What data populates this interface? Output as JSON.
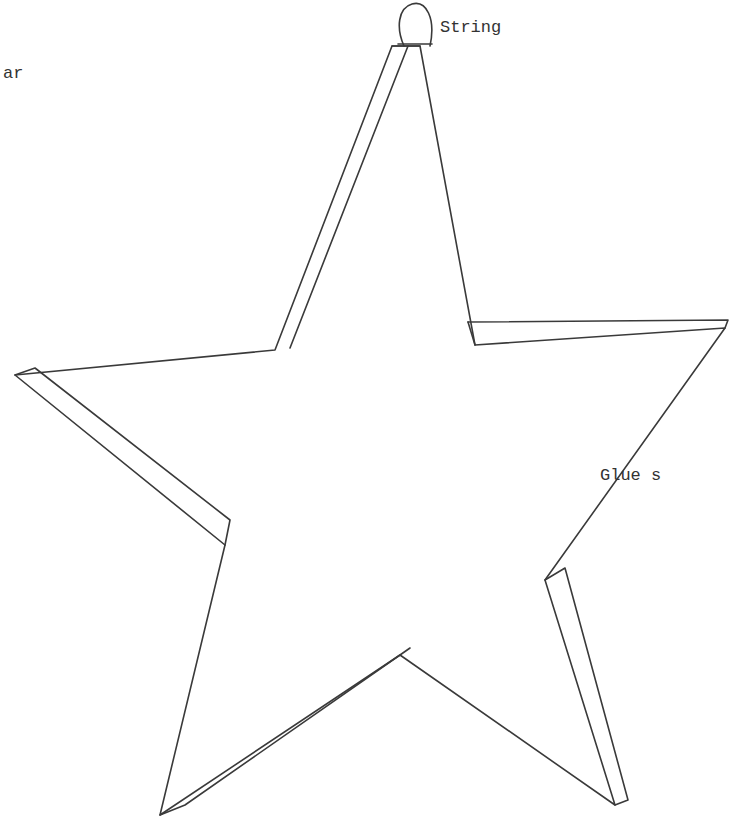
{
  "diagram": {
    "labels": [
      "String",
      "ar",
      "Glue s"
    ]
  }
}
